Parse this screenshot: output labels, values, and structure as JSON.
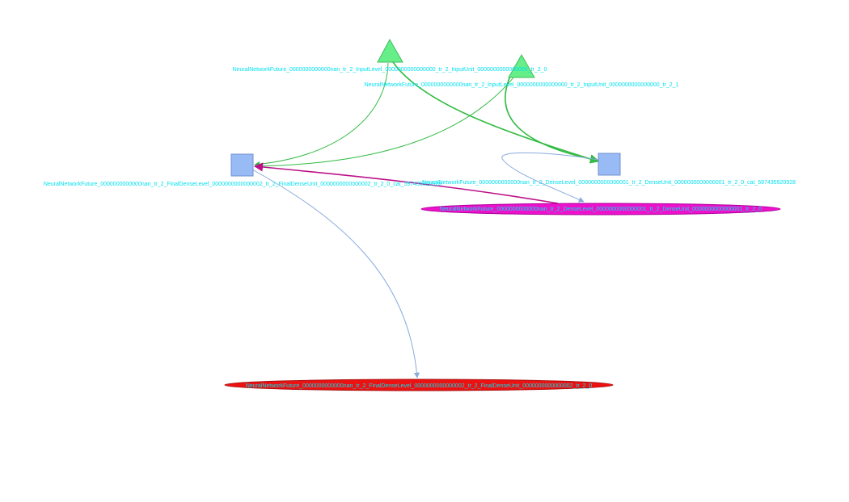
{
  "colors": {
    "background": "#ffffff",
    "label_text": "#00e0ef",
    "input_node_fill": "#66ee88",
    "input_node_stroke": "#3fbf5f",
    "square_node_fill": "#99bbf5",
    "square_node_stroke": "#6f8fcf",
    "dense_ellipse_fill": "#ee11cc",
    "dense_ellipse_stroke": "#aa0099",
    "final_ellipse_fill": "#ee1111",
    "final_ellipse_stroke": "#aa1010",
    "edge_green": "#33bb44",
    "edge_magenta": "#bb1188",
    "edge_blue": "#88aadd"
  },
  "nodes": {
    "input_0": {
      "shape": "triangle",
      "label": "NeuralNetworkFuture_0000000000000nan_tr_2_InputLevel_0000000000000000_tr_2_InputUnit_0000000000000000_tr_2_0"
    },
    "input_1": {
      "shape": "triangle",
      "label": "NeuralNetworkFuture_0000000000000nan_tr_2_InputLevel_0000000000000000_tr_2_InputUnit_0000000000000000_tr_2_1"
    },
    "final_square": {
      "shape": "square",
      "label": "NeuralNetworkFuture_0000000000000nan_tr_2_FinalDenseLevel_0000000000000002_tr_2_FinalDenseUnit_0000000000000002_tr_2_0_cat_597435920928"
    },
    "dense_square": {
      "shape": "square",
      "label": "NeuralNetworkFuture_0000000000000nan_tr_2_DenseLevel_0000000000000001_tr_2_DenseUnit_0000000000000001_tr_2_0_cat_597435920928"
    },
    "dense_ellipse": {
      "shape": "ellipse",
      "label": "NeuralNetworkFuture_0000000000000nan_tr_2_DenseLevel_0000000000000001_tr_2_DenseUnit_0000000000000001_tr_2_0"
    },
    "final_ellipse": {
      "shape": "ellipse",
      "label": "NeuralNetworkFuture_0000000000000nan_tr_2_FinalDenseLevel_0000000000000002_tr_2_FinalDenseUnit_0000000000000002_tr_2_0"
    }
  },
  "edges": [
    {
      "from": "input_0",
      "to": "final_square",
      "color": "green"
    },
    {
      "from": "input_1",
      "to": "final_square",
      "color": "green"
    },
    {
      "from": "input_0",
      "to": "dense_square",
      "color": "green"
    },
    {
      "from": "input_1",
      "to": "dense_square",
      "color": "green"
    },
    {
      "from": "dense_ellipse",
      "to": "final_square",
      "color": "magenta"
    },
    {
      "from": "dense_square",
      "to": "dense_ellipse",
      "color": "blue"
    },
    {
      "from": "final_square",
      "to": "final_ellipse",
      "color": "blue"
    }
  ]
}
